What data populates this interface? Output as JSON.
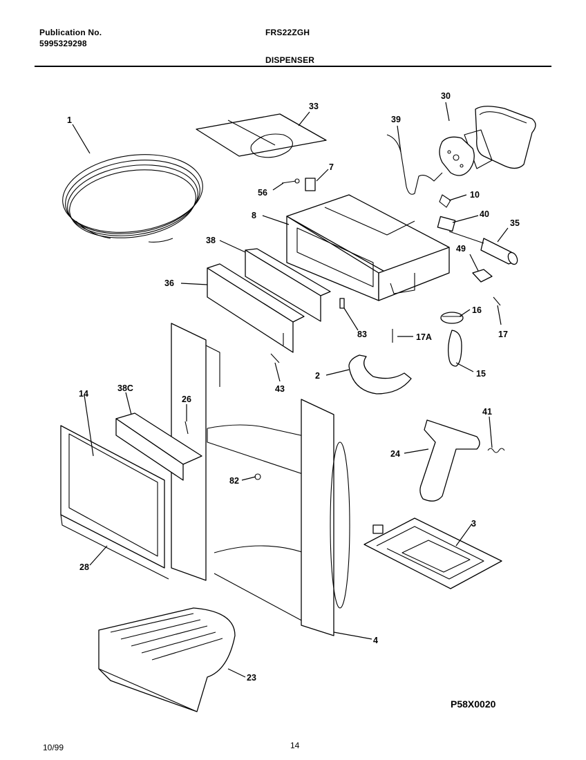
{
  "header": {
    "publication_label": "Publication No.",
    "publication_number": "5995329298",
    "model": "FRS22ZGH",
    "section": "DISPENSER"
  },
  "footer": {
    "date": "10/99",
    "page": "14",
    "drawing_code": "P58X0020"
  },
  "callouts": [
    "1",
    "33",
    "30",
    "39",
    "7",
    "56",
    "10",
    "8",
    "40",
    "35",
    "38",
    "49",
    "36",
    "16",
    "83",
    "17A",
    "17",
    "15",
    "2",
    "43",
    "14",
    "38C",
    "26",
    "41",
    "24",
    "82",
    "3",
    "28",
    "4",
    "23"
  ]
}
